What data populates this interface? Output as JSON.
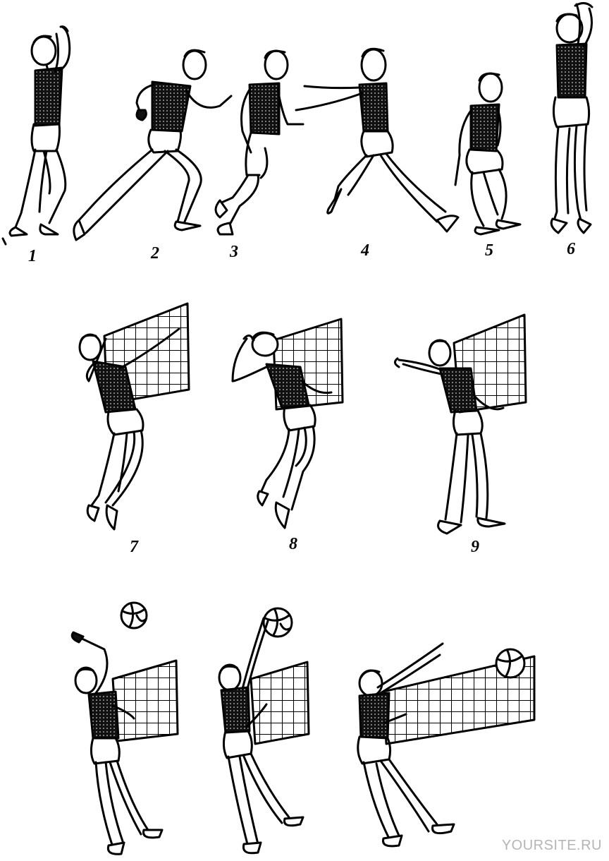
{
  "figure_labels": [
    "1",
    "2",
    "3",
    "4",
    "5",
    "6",
    "7",
    "8",
    "9"
  ],
  "watermark": "YOURSITE.RU",
  "ink_color": "#000000",
  "background_color": "#ffffff",
  "watermark_color": "#b5b5b5"
}
